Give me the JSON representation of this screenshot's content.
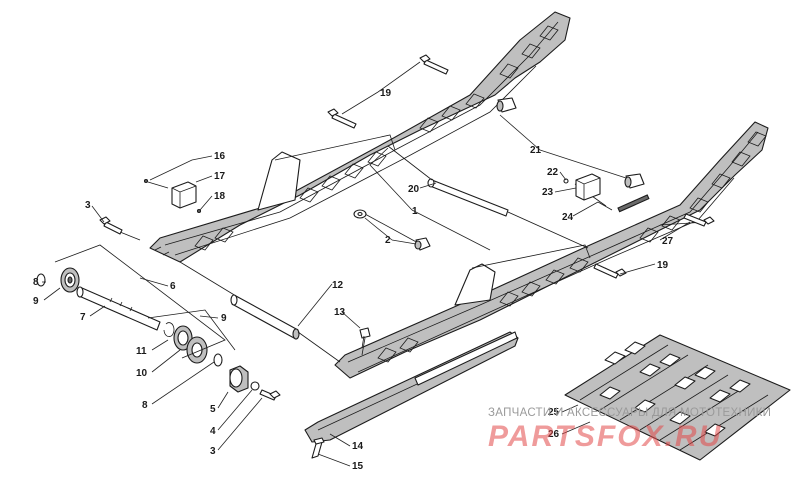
{
  "diagram": {
    "callouts": [
      {
        "id": "c1",
        "text": "1"
      },
      {
        "id": "c2",
        "text": "2"
      },
      {
        "id": "c3a",
        "text": "3"
      },
      {
        "id": "c3b",
        "text": "3"
      },
      {
        "id": "c4",
        "text": "4"
      },
      {
        "id": "c5",
        "text": "5"
      },
      {
        "id": "c6",
        "text": "6"
      },
      {
        "id": "c7",
        "text": "7"
      },
      {
        "id": "c8a",
        "text": "8"
      },
      {
        "id": "c8b",
        "text": "8"
      },
      {
        "id": "c9a",
        "text": "9"
      },
      {
        "id": "c9b",
        "text": "9"
      },
      {
        "id": "c10",
        "text": "10"
      },
      {
        "id": "c11",
        "text": "11"
      },
      {
        "id": "c12",
        "text": "12"
      },
      {
        "id": "c13",
        "text": "13"
      },
      {
        "id": "c14",
        "text": "14"
      },
      {
        "id": "c15",
        "text": "15"
      },
      {
        "id": "c16",
        "text": "16"
      },
      {
        "id": "c17",
        "text": "17"
      },
      {
        "id": "c18",
        "text": "18"
      },
      {
        "id": "c19a",
        "text": "19"
      },
      {
        "id": "c19b",
        "text": "19"
      },
      {
        "id": "c20",
        "text": "20"
      },
      {
        "id": "c21",
        "text": "21"
      },
      {
        "id": "c22",
        "text": "22"
      },
      {
        "id": "c23",
        "text": "23"
      },
      {
        "id": "c24",
        "text": "24"
      },
      {
        "id": "c25",
        "text": "25"
      },
      {
        "id": "c26",
        "text": "26"
      },
      {
        "id": "c27",
        "text": "27"
      }
    ]
  },
  "watermark": {
    "tagline": "ЗАПЧАСТИ И АКСЕССУАРЫ ДЛЯ МОТОТЕХНИКИ",
    "brand": "PARTSFOX.RU",
    "color": "#e24a4a"
  }
}
